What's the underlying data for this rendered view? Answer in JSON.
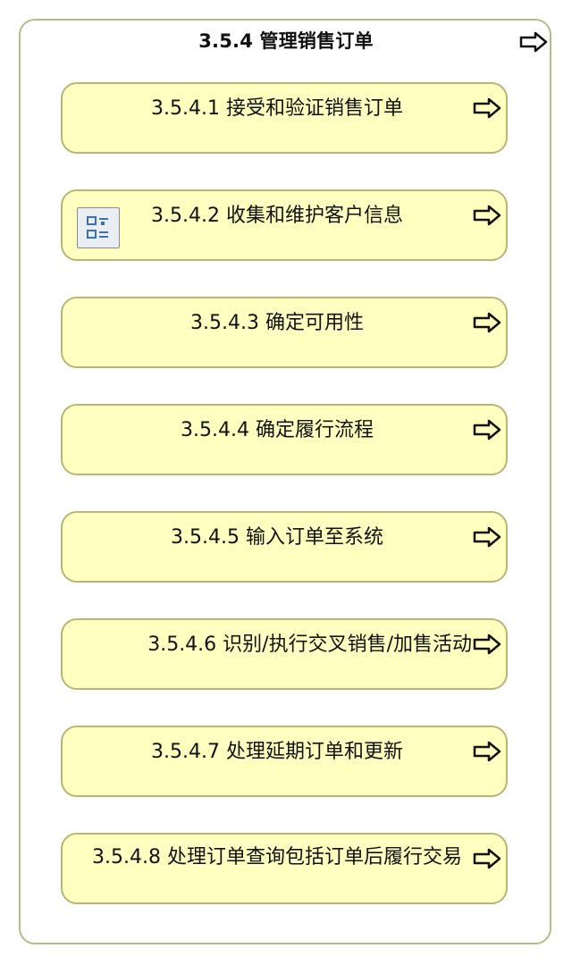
{
  "diagram": {
    "title": "3.5.4 管理销售订单",
    "items": [
      {
        "label": "3.5.4.1 接受和验证销售订单"
      },
      {
        "label": "3.5.4.2 收集和维护客户信息",
        "icon": "list-icon"
      },
      {
        "label": "3.5.4.3 确定可用性"
      },
      {
        "label": "3.5.4.4 确定履行流程"
      },
      {
        "label": "3.5.4.5 输入订单至系统"
      },
      {
        "label": "3.5.4.6 识别/执行交叉销售/加售活动"
      },
      {
        "label": "3.5.4.7 处理延期订单和更新"
      },
      {
        "label": "3.5.4.8 处理订单查询包括订单后履行交易"
      }
    ],
    "colors": {
      "card_fill": "#ffffc0",
      "card_border": "#b6b679",
      "frame_border": "#b9b98a",
      "arrow": "#111111"
    },
    "arrow_icon": "arrow-right-icon"
  }
}
